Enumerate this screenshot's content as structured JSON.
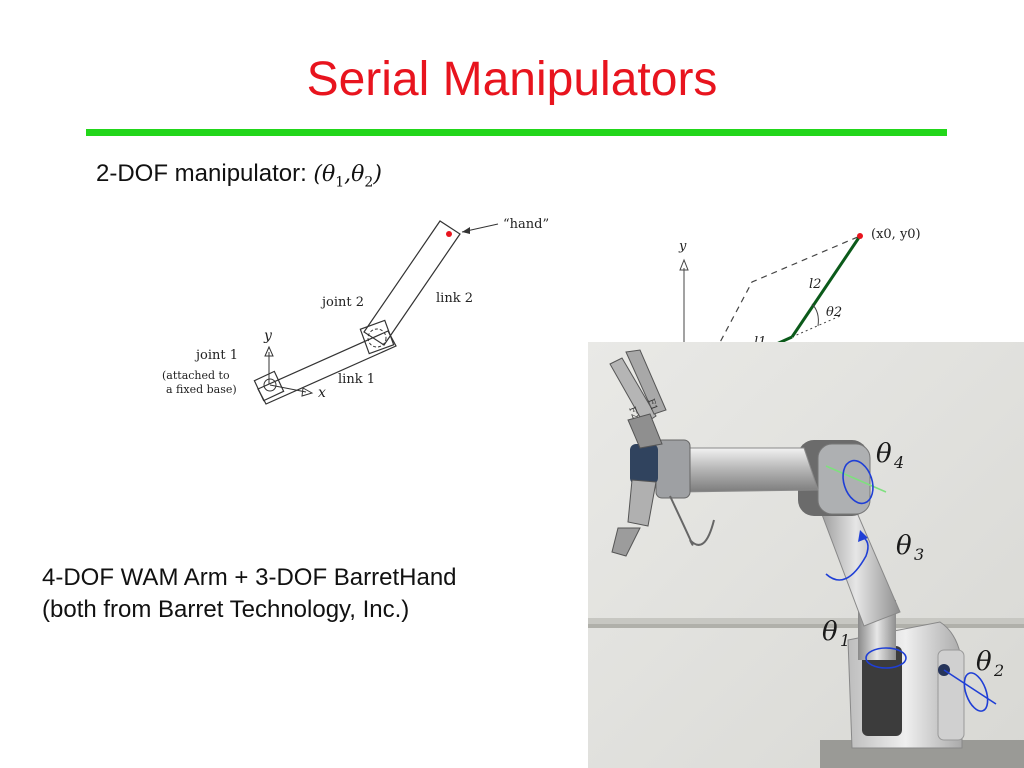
{
  "slide": {
    "title": "Serial Manipulators",
    "subtitle_prefix": "2-DOF manipulator: ",
    "subtitle_math": {
      "open": "(",
      "theta": "θ",
      "sub1": "1",
      "comma": ",",
      "sub2": "2",
      "close": ")"
    },
    "caption_line1": "4-DOF WAM Arm + 3-DOF BarretHand",
    "caption_line2": "(both from Barret Technology, Inc.)",
    "accent_color": "#e8141e",
    "rule_color": "#22d61a"
  },
  "left_diagram": {
    "hand_label": "“hand”",
    "joint2_label": "joint 2",
    "link2_label": "link 2",
    "y_label": "y",
    "joint1_label": "joint 1",
    "base_label_line1": "(attached to",
    "base_label_line2": "a fixed base)",
    "link1_label": "link 1",
    "x_label": "x"
  },
  "right_diagram": {
    "y_label": "y",
    "endpoint_label": "(x0, y0)",
    "l2_label": "l2",
    "theta2_label": "θ2",
    "l1_label": "l1"
  },
  "photo": {
    "labels": {
      "theta4": {
        "symbol": "θ",
        "sub": "4"
      },
      "theta3": {
        "symbol": "θ",
        "sub": "3"
      },
      "theta1": {
        "symbol": "θ",
        "sub": "1"
      },
      "theta2": {
        "symbol": "θ",
        "sub": "2"
      }
    },
    "finger_labels": [
      "F2",
      "F1"
    ]
  }
}
